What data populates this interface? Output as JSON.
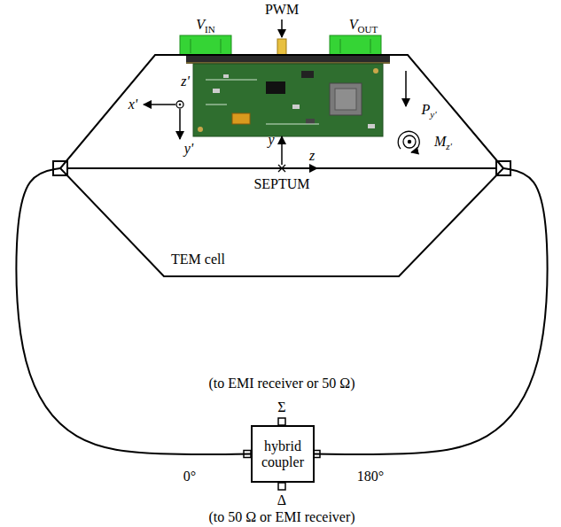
{
  "diagram": {
    "nodes": [
      {
        "text": [
          "TEM cell"
        ]
      },
      {
        "text": [
          "hybrid coupler"
        ]
      }
    ],
    "edges": [
      {
        "from": 0,
        "to": 1,
        "arrow": "none"
      },
      {
        "from": 0,
        "to": 1,
        "arrow": "none"
      }
    ],
    "labels": [
      "PWM",
      "VIN",
      "VOUT",
      "z'",
      "x'",
      "y'",
      "Py'",
      "Mz'",
      "y",
      "z",
      "SEPTUM",
      "(to EMI receiver or 50 Ω)",
      "Σ",
      "0°",
      "180°",
      "Δ",
      "(to 50 Ω or EMI receiver)"
    ]
  }
}
